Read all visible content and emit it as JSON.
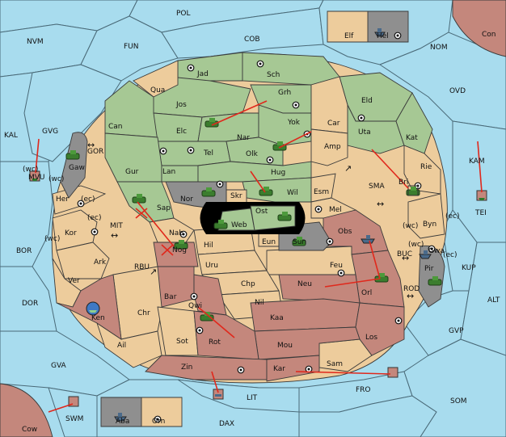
{
  "board": {
    "colors": {
      "sea": "#a8dcee",
      "tan": "#edcc9c",
      "green": "#a6c894",
      "rose": "#c4877c",
      "gray": "#8f8f8f",
      "black": "#000000",
      "order": "#e0281c"
    },
    "labels": {
      "POL": "POL",
      "NVM": "NVM",
      "FUN": "FUN",
      "COB": "COB",
      "NOM": "NOM",
      "OVD": "OVD",
      "Con": "Con",
      "Elf": "Elf",
      "Hel": "Hel",
      "KAL": "KAL",
      "GVG": "GVG",
      "MVU": "MVU",
      "GOR": "GOR",
      "Gaw": "Gaw",
      "BOR": "BOR",
      "DOR": "DOR",
      "GVA": "GVA",
      "MIT": "MIT",
      "RBU": "RBU",
      "Cow": "Cow",
      "SWM": "SWM",
      "Aba": "Aba",
      "Orn": "Orn",
      "DAX": "DAX",
      "LIT": "LIT",
      "FRO": "FRO",
      "SOM": "SOM",
      "GVP": "GVP",
      "ALT": "ALT",
      "KUP": "KUP",
      "TEI": "TEI",
      "KAM": "KAM",
      "SMA": "SMA",
      "BUC": "BUC",
      "ROD": "ROD",
      "Pir": "Pir",
      "Jad": "Jad",
      "Sch": "Sch",
      "Qua": "Qua",
      "Jos": "Jos",
      "Grh": "Grh",
      "Eld": "Eld",
      "Can": "Can",
      "Elc": "Elc",
      "Nar": "Nar",
      "Yok": "Yok",
      "Car": "Car",
      "Uta": "Uta",
      "Kat": "Kat",
      "Tel": "Tel",
      "Olk": "Olk",
      "Amp": "Amp",
      "Gur": "Gur",
      "Lan": "Lan",
      "Hug": "Hug",
      "Bri": "Bri",
      "Rie": "Rie",
      "Her": "Her",
      "ec1": "(ec)",
      "wc1": "(wc)",
      "Nor": "Nor",
      "Skr": "Skr",
      "Wil": "Wil",
      "Esm": "Esm",
      "Sap": "Sap",
      "Ost": "Ost",
      "Web": "Web",
      "Mel": "Mel",
      "ec2": "(ec)",
      "Kor": "Kor",
      "wc2": "(wc)",
      "Nab": "Nab",
      "Hil": "Hil",
      "Eun": "Eun",
      "Sun": "Sun",
      "Obs": "Obs",
      "wc3": "(wc)",
      "Byn": "Byn",
      "ec3": "(ec)",
      "ec4": "(ec)",
      "wc4": "(wc)",
      "Ark": "Ark",
      "Nog": "Nog",
      "Uru": "Uru",
      "Feu": "Feu",
      "Gwa": "Gwa",
      "Ver": "Ver",
      "Bar": "Bar",
      "Chp": "Chp",
      "Neu": "Neu",
      "Orl": "Orl",
      "Qwi": "Qwi",
      "Nil": "Nil",
      "Ken": "Ken",
      "Chr": "Chr",
      "Kaa": "Kaa",
      "Ail": "Ail",
      "Sot": "Sot",
      "Rot": "Rot",
      "Mou": "Mou",
      "Los": "Los",
      "Zin": "Zin",
      "Kar": "Kar",
      "Sam": "Sam",
      "wc5": "(wc)"
    }
  }
}
